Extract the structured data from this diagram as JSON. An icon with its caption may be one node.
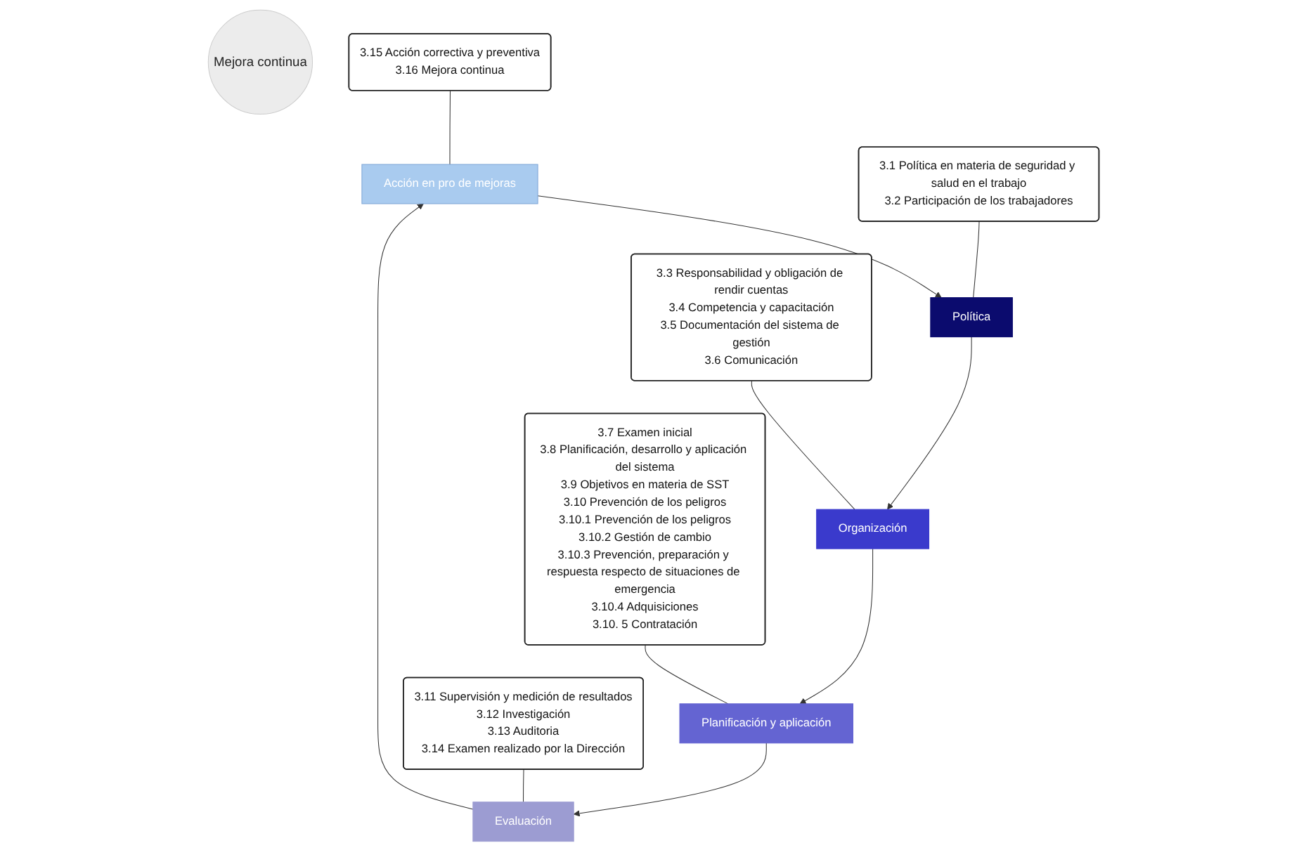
{
  "diagram": {
    "nodes": [
      {
        "text": [
          "3.15 Acción correctiva y preventiva",
          "3.16 Mejora continua"
        ]
      },
      {
        "text": [
          "3.1 Política en materia de seguridad y salud en el trabajo",
          "3.2 Participación de los trabajadores"
        ]
      },
      {
        "text": [
          "Acción en pro de mejoras"
        ]
      },
      {
        "text": [
          "Política"
        ]
      },
      {
        "text": [
          "3.3 Responsabilidad y obligación de rendir cuentas",
          "3.4 Competencia y capacitación",
          "3.5 Documentación del sistema de gestión",
          "3.6 Comunicación"
        ]
      },
      {
        "text": [
          "Evaluación"
        ]
      },
      {
        "text": [
          "Mejora continua"
        ]
      },
      {
        "text": [
          "3.11 Supervisión y medición de resultados",
          "3.12 Investigación",
          "3.13 Auditoria",
          "3.14 Examen realizado por la Dirección"
        ]
      },
      {
        "text": [
          "Organización"
        ]
      },
      {
        "text": [
          "Planificación y aplicación"
        ]
      },
      {
        "text": [
          "3.7 Examen inicial",
          "3.8 Planificación, desarrollo y aplicación del sistema",
          "3.9 Objetivos en materia de SST",
          "3.10 Prevención de los peligros",
          "3.10.1 Prevención de los peligros",
          "3.10.2 Gestión de cambio",
          "3.10.3 Prevención, preparación y respuesta respecto de situaciones de emergencia",
          "3.10.4 Adquisiciones",
          "3.10. 5 Contratación"
        ]
      }
    ],
    "edges": [
      {
        "from": 2,
        "to": 3,
        "arrow": "to"
      },
      {
        "from": 3,
        "to": 8,
        "arrow": "to"
      },
      {
        "from": 8,
        "to": 9,
        "arrow": "to"
      },
      {
        "from": 9,
        "to": 5,
        "arrow": "to"
      },
      {
        "from": 5,
        "to": 2,
        "arrow": "to"
      },
      {
        "from": 0,
        "to": 2,
        "arrow": "none"
      },
      {
        "from": 1,
        "to": 3,
        "arrow": "none"
      },
      {
        "from": 4,
        "to": 8,
        "arrow": "none"
      },
      {
        "from": 7,
        "to": 5,
        "arrow": "none"
      },
      {
        "from": 10,
        "to": 9,
        "arrow": "none"
      }
    ]
  }
}
